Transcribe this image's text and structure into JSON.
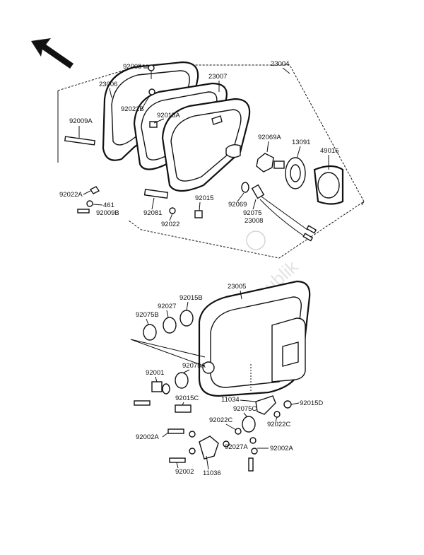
{
  "diagram": {
    "parts": [
      "23004",
      "92009",
      "23006",
      "23007",
      "92022B",
      "92015A",
      "92009A",
      "92069A",
      "13091",
      "49016",
      "92022A",
      "461",
      "92009B",
      "92081",
      "92015",
      "92022",
      "92069",
      "92075",
      "23008",
      "23005",
      "92075B",
      "92027",
      "92015B",
      "92075A",
      "92001",
      "92015C",
      "11034",
      "92075C",
      "92015D",
      "92022C",
      "92022C",
      "92027A",
      "92002A",
      "92002A",
      "92002",
      "11036"
    ],
    "watermark": "PartsRepublik"
  }
}
